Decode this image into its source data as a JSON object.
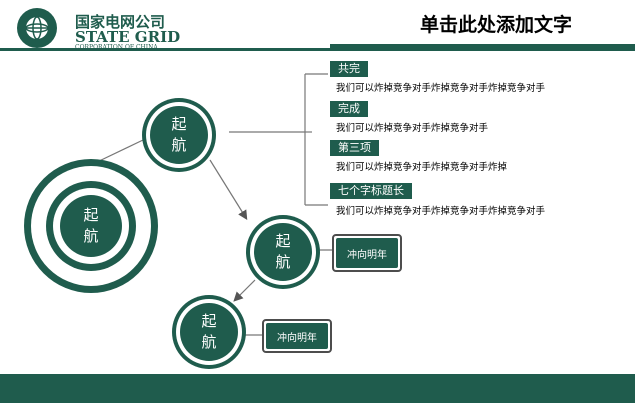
{
  "header": {
    "logo_cn": "国家电网公司",
    "logo_en": "STATE GRID",
    "logo_sub": "CORPORATION OF CHINA",
    "title": "单击此处添加文字"
  },
  "circles": {
    "big": [
      "起",
      "航"
    ],
    "top": [
      "起",
      "航"
    ],
    "mid": [
      "起",
      "航"
    ],
    "bottom": [
      "起",
      "航"
    ]
  },
  "items": [
    {
      "tag": "共完",
      "desc": "我们可以炸掉竞争对手炸掉竞争对手炸掉竞争对手"
    },
    {
      "tag": "完成",
      "desc": "我们可以炸掉竞争对手炸掉竞争对手"
    },
    {
      "tag": "第三项",
      "desc": "我们可以炸掉竞争对手炸掉竞争对手炸掉"
    },
    {
      "tag": "七个字标题长",
      "desc": "我们可以炸掉竞争对手炸掉竞争对手炸掉竞争对手"
    }
  ],
  "boxes": {
    "mid": "冲向明年",
    "bottom": "冲向明年"
  },
  "colors": {
    "brand": "#1f5c4d"
  }
}
